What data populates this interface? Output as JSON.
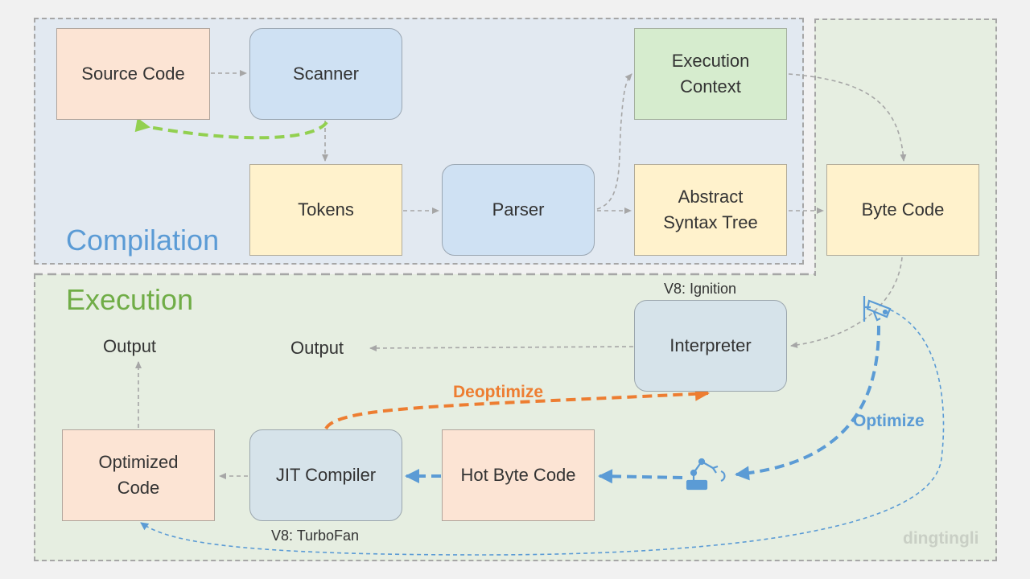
{
  "regions": {
    "compilation": "Compilation",
    "execution": "Execution"
  },
  "nodes": {
    "source_code": "Source Code",
    "scanner": "Scanner",
    "tokens": "Tokens",
    "parser": "Parser",
    "execution_context": "Execution\nContext",
    "ast": "Abstract\nSyntax Tree",
    "byte_code": "Byte Code",
    "interpreter": "Interpreter",
    "hot_byte_code": "Hot Byte Code",
    "jit_compiler": "JIT Compiler",
    "optimized_code": "Optimized\nCode",
    "output_interpreter": "Output",
    "output_optimized": "Output"
  },
  "annotations": {
    "ignition": "V8: Ignition",
    "turbofan": "V8: TurboFan",
    "deoptimize": "Deoptimize",
    "optimize": "Optimize",
    "watermark": "dingtingli"
  },
  "icons": [
    "surveillance-camera-icon",
    "robot-arm-icon"
  ],
  "colors": {
    "compilation_bg": "#e2e9f1",
    "execution_bg": "#e6eee1",
    "compilation_title": "#5b9bd5",
    "execution_title": "#70ad47",
    "source_orange": "#fce4d4",
    "scanner_blue": "#cfe1f3",
    "context_green": "#d6ecce",
    "token_yellow": "#fff2cc",
    "interp_steel": "#d6e3ea",
    "deoptimize_arrow": "#ed7d31",
    "optimize_arrow": "#5b9bd5",
    "feedback_arrow": "#92d050",
    "flow_arrow": "#a6a6a6"
  }
}
